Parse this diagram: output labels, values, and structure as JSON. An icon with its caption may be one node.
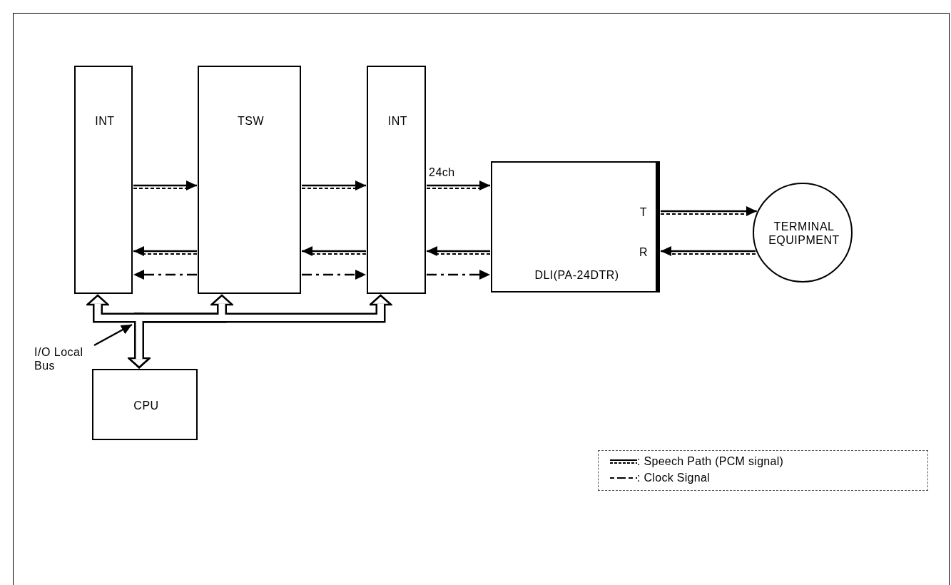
{
  "diagram": {
    "nodes": [
      {
        "text": [
          "INT"
        ]
      },
      {
        "text": [
          "TSW"
        ]
      },
      {
        "text": [
          "INT"
        ]
      },
      {
        "text": [
          "DLI(PA-24DTR)",
          "T",
          "R"
        ]
      },
      {
        "text": [
          "TERMINAL EQUIPMENT"
        ]
      },
      {
        "text": [
          "CPU"
        ]
      },
      {
        "text": [
          "I/O Local Bus"
        ]
      }
    ],
    "edges": [
      {
        "from": 0,
        "to": 1,
        "arrow": "to"
      },
      {
        "from": 1,
        "to": 0,
        "arrow": "to"
      },
      {
        "from": 1,
        "to": 0,
        "arrow": "to",
        "style": "dashed"
      },
      {
        "from": 1,
        "to": 2,
        "arrow": "to"
      },
      {
        "from": 2,
        "to": 1,
        "arrow": "to"
      },
      {
        "from": 1,
        "to": 2,
        "arrow": "to",
        "style": "dashed"
      },
      {
        "from": 2,
        "to": 3,
        "arrow": "to",
        "label": "24ch"
      },
      {
        "from": 3,
        "to": 2,
        "arrow": "to"
      },
      {
        "from": 2,
        "to": 3,
        "arrow": "to",
        "style": "dashed"
      },
      {
        "from": 3,
        "to": 4,
        "arrow": "to"
      },
      {
        "from": 4,
        "to": 3,
        "arrow": "to"
      },
      {
        "from": 5,
        "to": 0,
        "arrow": "both",
        "style": "thick"
      },
      {
        "from": 5,
        "to": 1,
        "arrow": "both",
        "style": "thick"
      },
      {
        "from": 5,
        "to": 2,
        "arrow": "both",
        "style": "thick"
      },
      {
        "from": 6,
        "to": null,
        "arrow": "to"
      }
    ],
    "legend": [
      {
        "text": ": Speech Path (PCM signal)"
      },
      {
        "text": ": Clock Signal"
      }
    ]
  }
}
